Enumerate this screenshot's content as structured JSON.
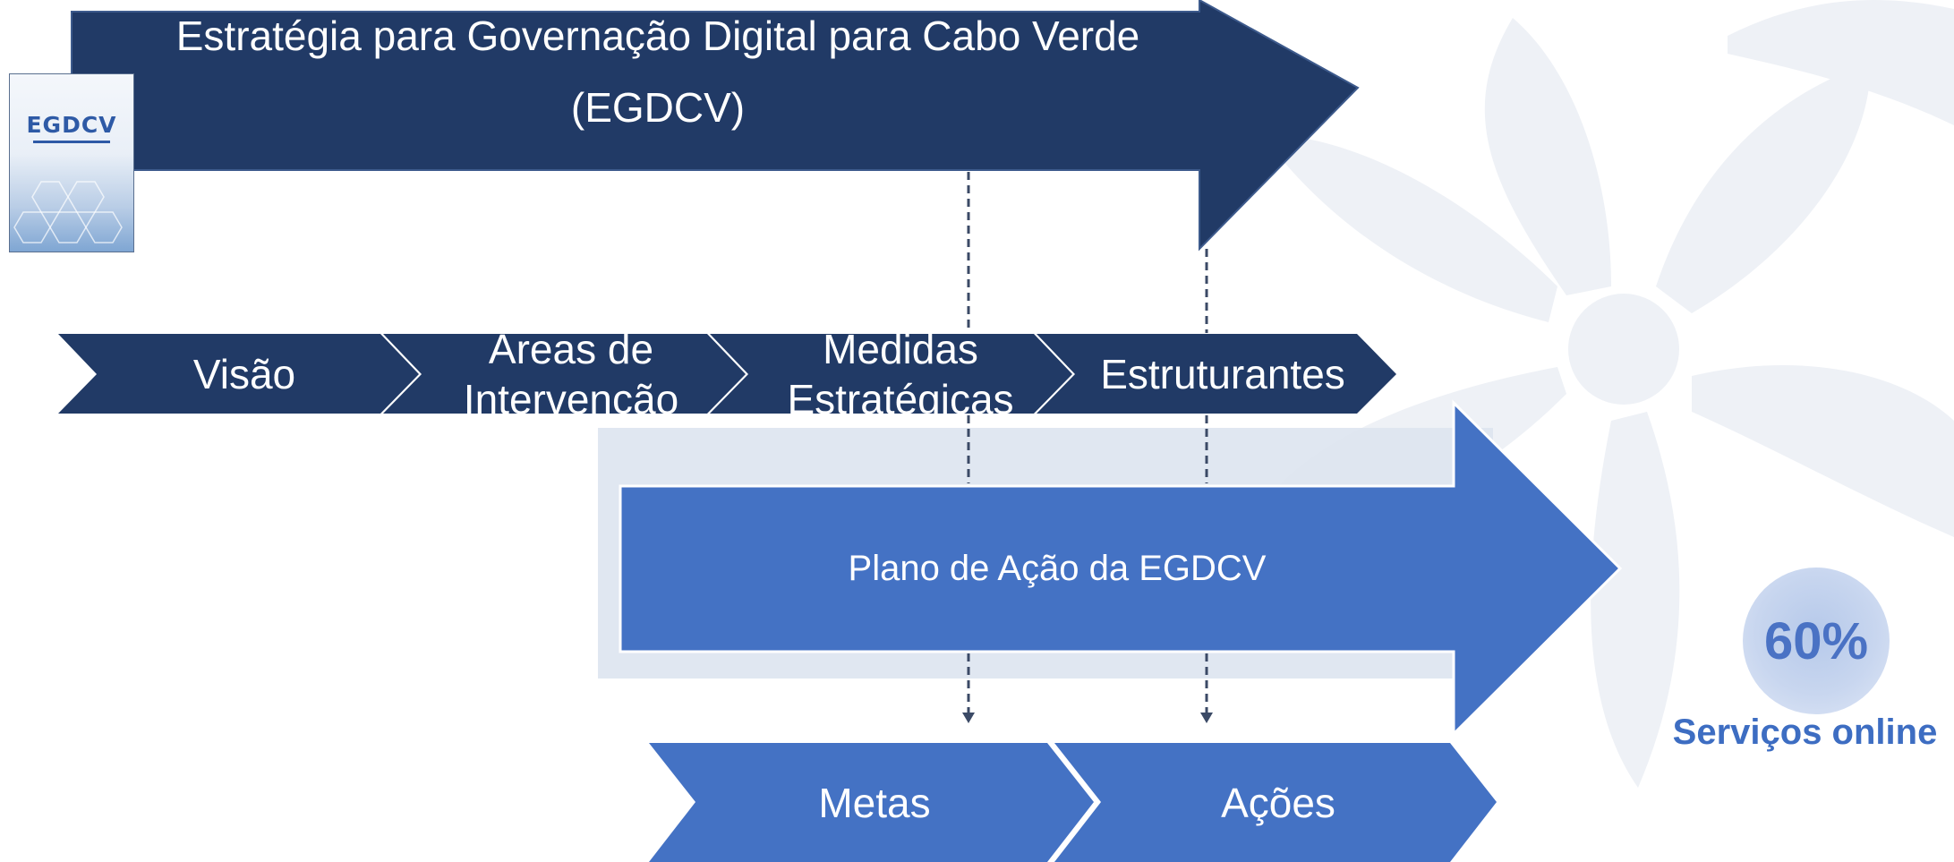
{
  "title": {
    "line1": "Estratégia para Governação Digital para Cabo Verde",
    "line2": "(EGDCV)"
  },
  "document_thumbnail": {
    "logo_text": "EGDCV"
  },
  "chevrons": [
    {
      "label": "Visão"
    },
    {
      "label_line1": "Áreas de",
      "label_line2": "Intervenção"
    },
    {
      "label_line1": "Medidas",
      "label_line2": "Estratégicas"
    },
    {
      "label": "Estruturantes"
    }
  ],
  "action_plan": {
    "label": "Plano de Ação da EGDCV"
  },
  "outputs": [
    {
      "label": "Metas"
    },
    {
      "label": "Ações"
    }
  ],
  "stat": {
    "value": "60%",
    "label": "Serviços online"
  },
  "colors": {
    "dark_navy": "#213A66",
    "medium_blue": "#4472C4",
    "stat_text": "#3D6DC2",
    "connector": "#3B4A66"
  }
}
